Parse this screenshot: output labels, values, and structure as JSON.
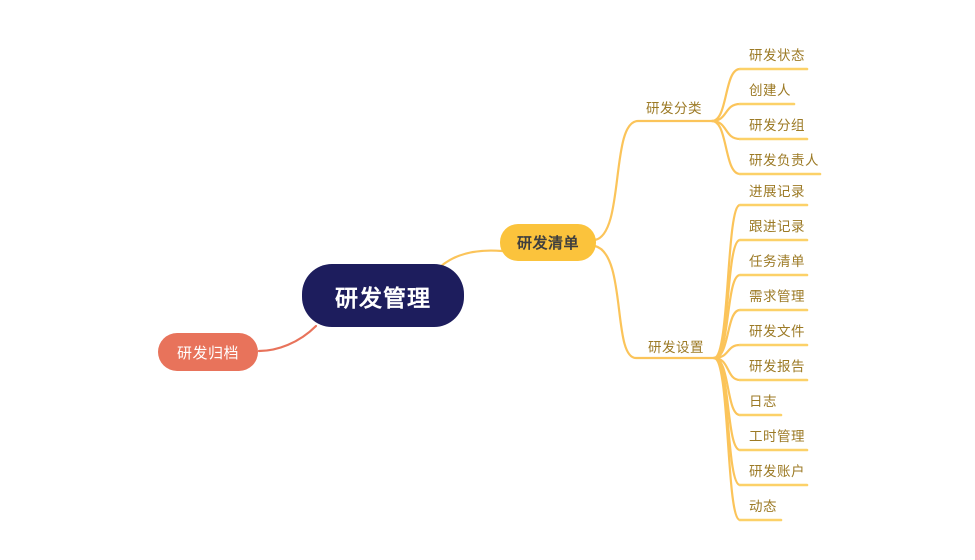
{
  "colors": {
    "background": "#ffffff",
    "navy": "#1d1d5d",
    "salmon": "#e8735b",
    "amber": "#fbc33c",
    "line-yellow": "#fbc45a",
    "underline-yellow": "#fcd168",
    "gold-text": "#9c7a25",
    "node-dark-text": "#3e3e3e",
    "root-text": "#ffffff"
  },
  "map": {
    "root": {
      "label": "研发管理"
    },
    "archive": {
      "label": "研发归档"
    },
    "list": {
      "label": "研发清单"
    },
    "categories": {
      "label": "研发分类",
      "children": [
        "研发状态",
        "创建人",
        "研发分组",
        "研发负责人"
      ]
    },
    "settings": {
      "label": "研发设置",
      "children": [
        "进展记录",
        "跟进记录",
        "任务清单",
        "需求管理",
        "研发文件",
        "研发报告",
        "日志",
        "工时管理",
        "研发账户",
        "动态"
      ]
    }
  }
}
